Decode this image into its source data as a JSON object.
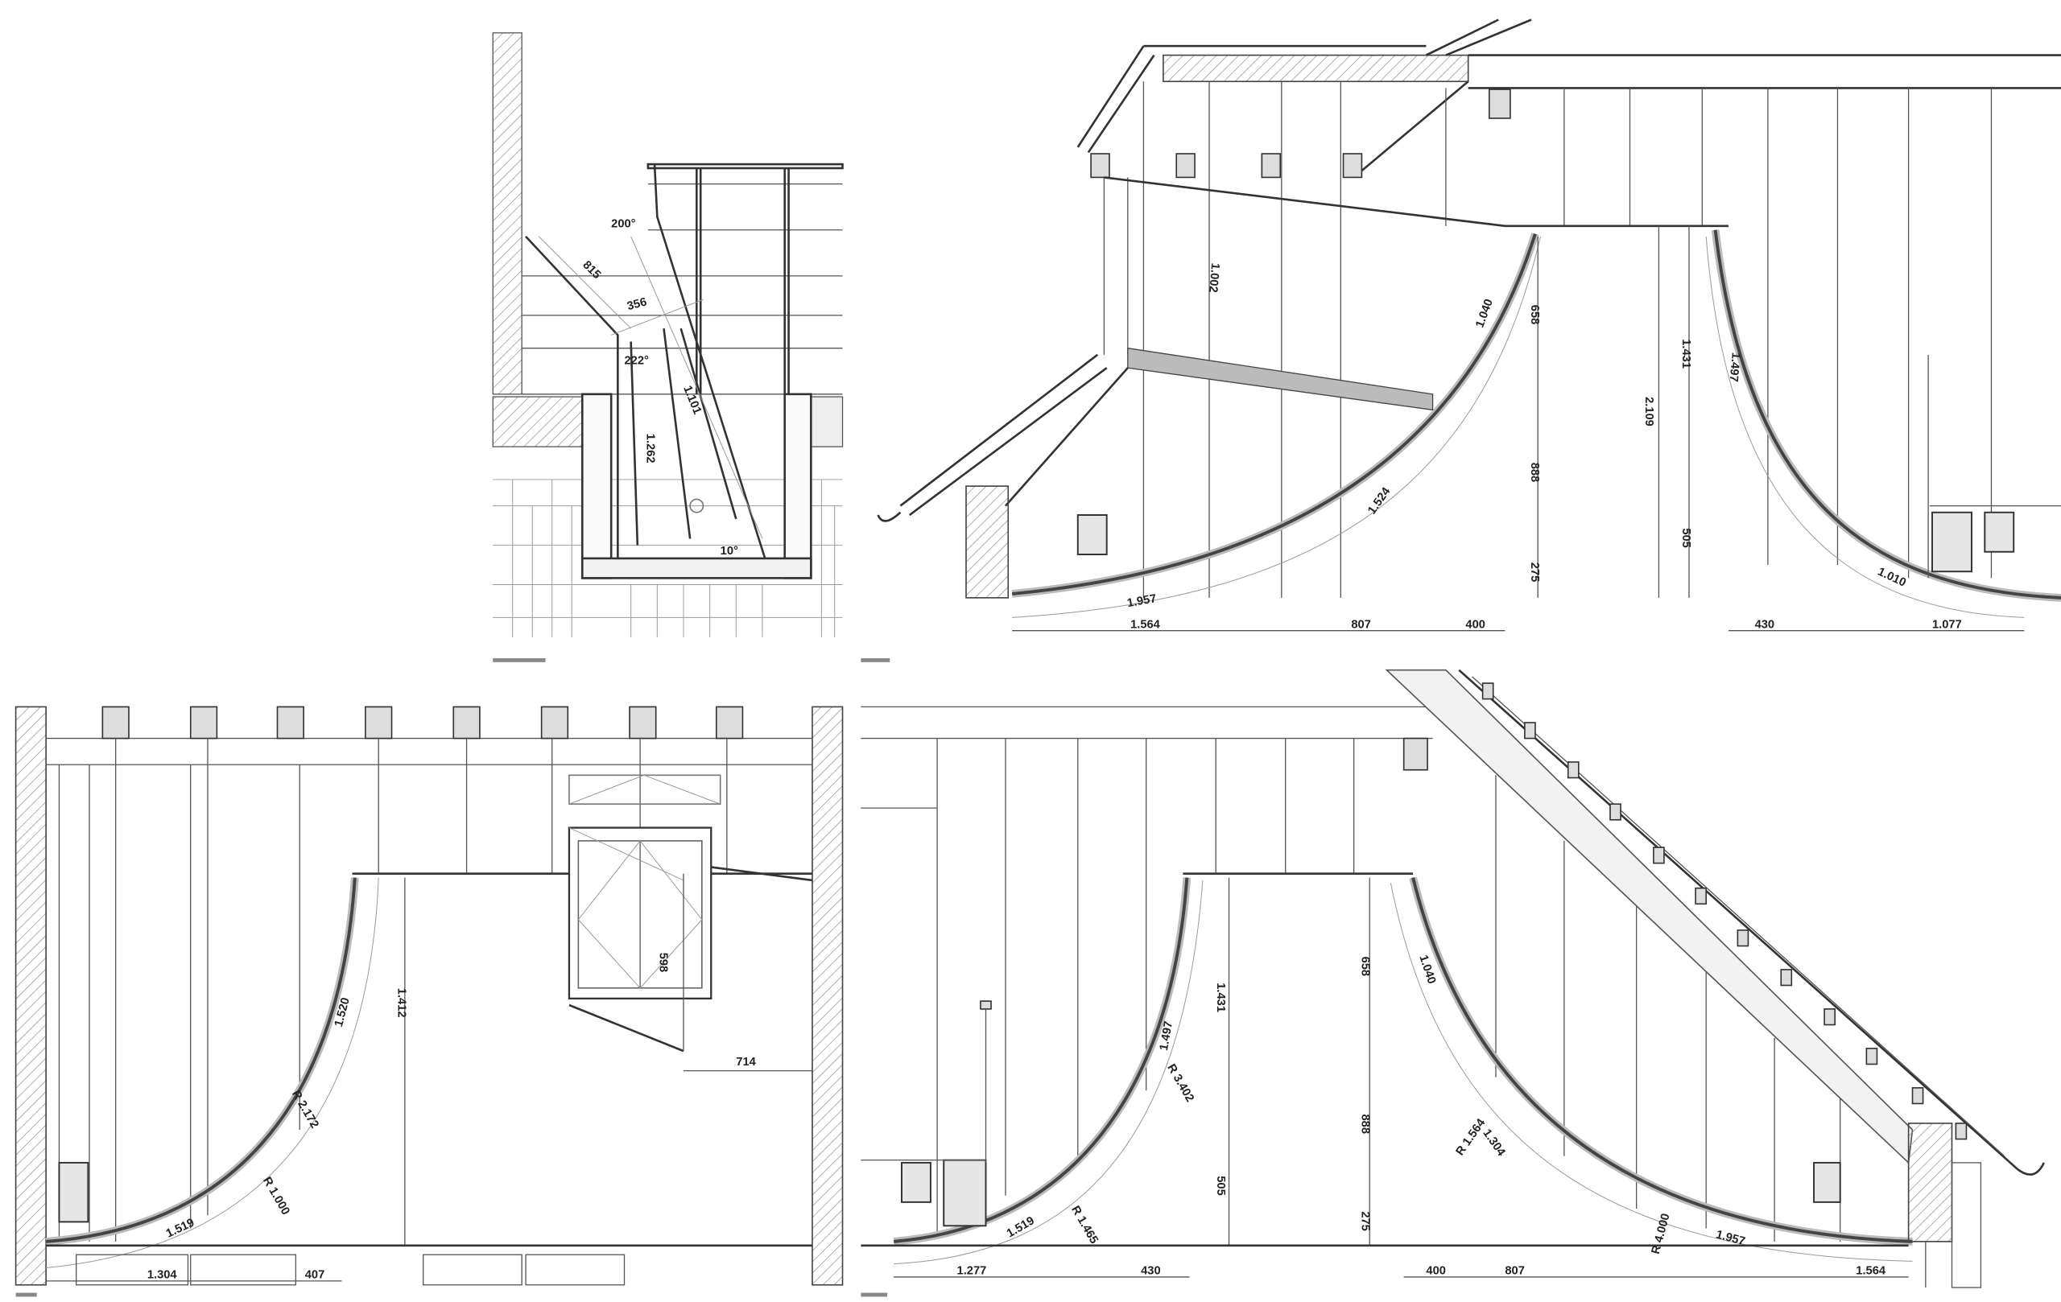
{
  "panels": {
    "detail": {
      "labels": {
        "angle_top": "200°",
        "slope_len": "815",
        "width": "356",
        "angle_mid": "222°",
        "height": "1.262",
        "diag_len": "1.101",
        "angle_bottom": "10°"
      }
    },
    "section_left": {
      "labels": {
        "l1": "1.002",
        "l2": "1.040",
        "l3": "658",
        "l4": "1.431",
        "l5": "1.497",
        "l6": "2.109",
        "l7": "888",
        "l8": "1.524",
        "l9": "505",
        "l10": "275",
        "l11": "1.957",
        "l12": "1.010"
      },
      "bottom_dims": [
        "1.564",
        "807",
        "400",
        "430",
        "1.077"
      ]
    },
    "elevation": {
      "labels": {
        "l1": "1.412",
        "l2": "1.520",
        "r1": "R 2.172",
        "r2": "R 1.000",
        "l3": "1.519",
        "l4": "714",
        "l5": "598"
      },
      "bottom_dims": [
        "1.304",
        "407"
      ]
    },
    "section_right": {
      "labels": {
        "l1": "1.497",
        "l2": "1.431",
        "r1": "R 3.402",
        "l3": "658",
        "l4": "1.040",
        "l5": "888",
        "r2": "R 1.564",
        "l6": "1.304",
        "l7": "505",
        "l8": "275",
        "l9": "1.519",
        "r3": "R 1.465",
        "r4": "R 4.000",
        "l10": "1.957"
      },
      "bottom_dims": [
        "1.277",
        "430",
        "400",
        "807",
        "1.564"
      ]
    }
  }
}
